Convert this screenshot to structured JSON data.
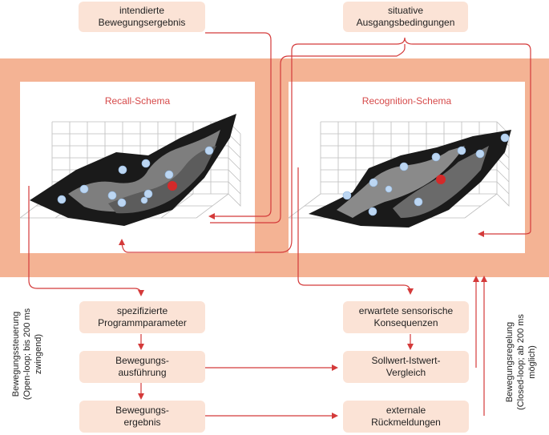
{
  "top_boxes": {
    "intended_result": "intendierte\nBewegungsergebnis",
    "initial_conditions": "situative\nAusgangsbedingungen"
  },
  "schemas": {
    "recall_title": "Recall-Schema",
    "recognition_title": "Recognition-Schema"
  },
  "left_column": {
    "program_parameters": "spezifizierte\nProgrammparameter",
    "execution": "Bewegungs-\nausführung",
    "result": "Bewegungs-\nergebnis"
  },
  "right_column": {
    "expected_consequences": "erwartete sensorische\nKonsequenzen",
    "comparison": "Sollwert-Istwert-\nVergleich",
    "feedback": "externale\nRückmeldungen"
  },
  "side_labels": {
    "left": "Bewegungssteuerung\n(Open-loop; bis 200 ms\nzwingend)",
    "right": "Bewegungsregelung\n(Closed-loop; ab 200 ms\nmöglich)"
  },
  "colors": {
    "accent_red": "#d43a3a",
    "band": "#f4b394",
    "box_fill": "#fbe3d6"
  }
}
